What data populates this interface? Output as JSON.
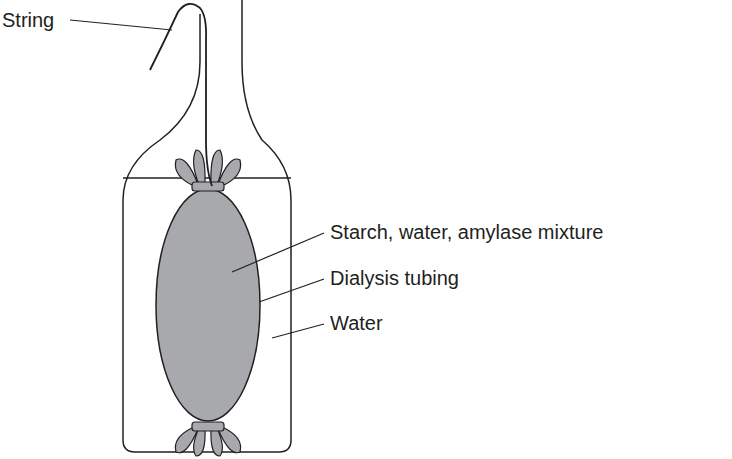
{
  "diagram": {
    "labels": [
      "String",
      "Starch, water, amylase mixture",
      "Dialysis tubing",
      "Water"
    ]
  }
}
